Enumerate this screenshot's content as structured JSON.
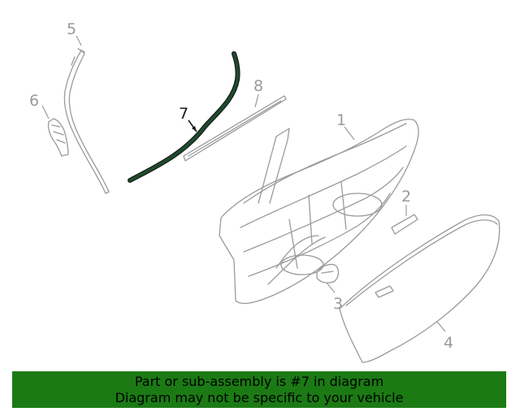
{
  "callouts": {
    "c1": "1",
    "c2": "2",
    "c3": "3",
    "c4": "4",
    "c5": "5",
    "c6": "6",
    "c7": "7",
    "c8": "8"
  },
  "highlight": {
    "part": "7",
    "color": "#1b4d2c",
    "label_color": "#1a1a1a"
  },
  "banner": {
    "line1": "Part or sub-assembly is #7 in diagram",
    "line2": "Diagram may not be specific to your vehicle",
    "background": "#1b7a14"
  }
}
